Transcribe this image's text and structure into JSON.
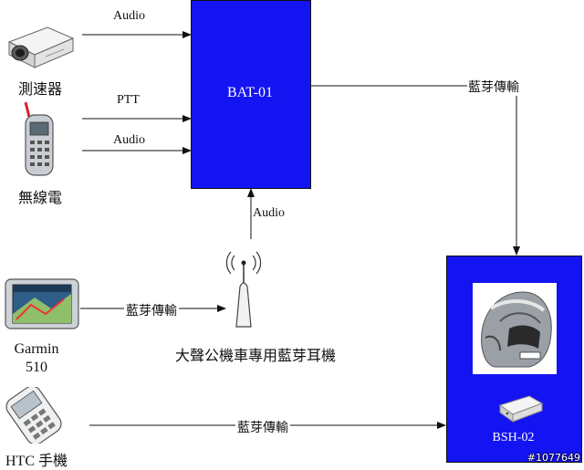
{
  "nodes": {
    "bat01": "BAT-01",
    "bsh02": "BSH-02",
    "speed_detector": "測速器",
    "radio": "無線電",
    "headset": "大聲公機車專用藍芽耳機",
    "gps_name": "Garmin",
    "gps_model": "510",
    "phone": "HTC 手機"
  },
  "edges": {
    "projector_audio": "Audio",
    "radio_ptt": "PTT",
    "radio_audio": "Audio",
    "headset_audio": "Audio",
    "bat_to_bsh": "藍芽傳輸",
    "garmin_to_headset": "藍芽傳輸",
    "htc_to_bsh": "藍芽傳輸"
  },
  "watermark": "#1077649"
}
